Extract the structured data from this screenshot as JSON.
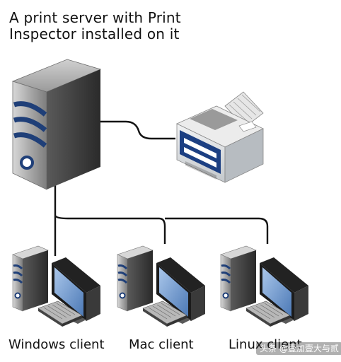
{
  "title": "A print server with Print\nInspector installed on it",
  "clients": [
    {
      "label": "Windows client"
    },
    {
      "label": "Mac client"
    },
    {
      "label": "Linux client"
    }
  ],
  "watermark": "头条 @壹加壹大与贰",
  "colors": {
    "server_body": "#8c8c8c",
    "server_dark": "#3a3a3a",
    "stripe_blue": "#1f3f78",
    "printer_body": "#d9dcdf",
    "printer_panel": "#1c3f82",
    "monitor_screen": "#6f99cf",
    "cable": "#111111"
  },
  "icons": [
    "server-icon",
    "printer-icon",
    "client-computer-icon"
  ]
}
